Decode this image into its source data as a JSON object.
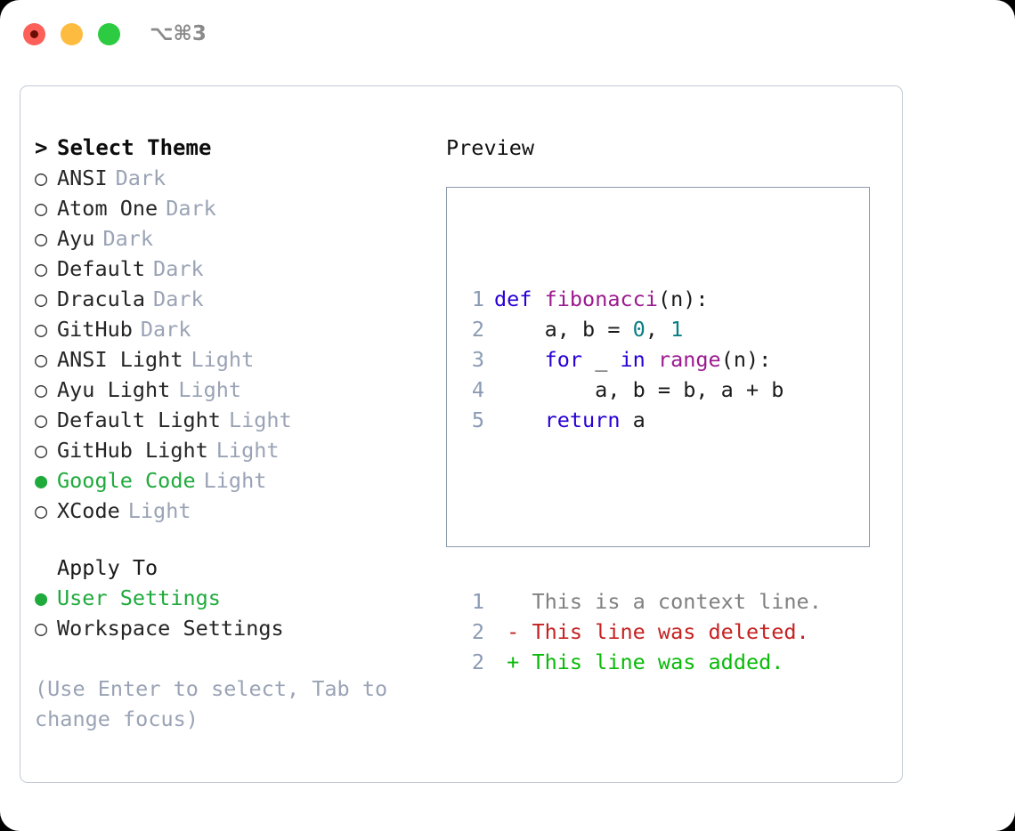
{
  "window": {
    "shortcut": "⌥⌘3",
    "traffic_lights": [
      {
        "name": "close-button",
        "color": "#fc6058"
      },
      {
        "name": "minimize-button",
        "color": "#fdbc40"
      },
      {
        "name": "maximize-button",
        "color": "#2dcb41"
      }
    ]
  },
  "colors": {
    "selected_green": "#1faa3c",
    "muted": "#9aa3b5",
    "panel_border": "#c3cad6",
    "preview_border": "#8d9aab",
    "keyword": "#2a00d4",
    "function": "#9b1a8f",
    "number": "#0a7c83",
    "plain": "#1b1b1b",
    "line_number": "#8b9bb4",
    "diff_context": "#808080",
    "diff_deleted": "#c62222",
    "diff_added": "#09ba09"
  },
  "theme_picker": {
    "prompt_marker": ">",
    "title": "Select Theme",
    "marker_unselected": "○",
    "marker_selected": "●",
    "items": [
      {
        "name": "ANSI",
        "variant": "Dark",
        "selected": false
      },
      {
        "name": "Atom One",
        "variant": "Dark",
        "selected": false
      },
      {
        "name": "Ayu",
        "variant": "Dark",
        "selected": false
      },
      {
        "name": "Default",
        "variant": "Dark",
        "selected": false
      },
      {
        "name": "Dracula",
        "variant": "Dark",
        "selected": false
      },
      {
        "name": "GitHub",
        "variant": "Dark",
        "selected": false
      },
      {
        "name": "ANSI Light",
        "variant": "Light",
        "selected": false
      },
      {
        "name": "Ayu Light",
        "variant": "Light",
        "selected": false
      },
      {
        "name": "Default Light",
        "variant": "Light",
        "selected": false
      },
      {
        "name": "GitHub Light",
        "variant": "Light",
        "selected": false
      },
      {
        "name": "Google Code",
        "variant": "Light",
        "selected": true
      },
      {
        "name": "XCode",
        "variant": "Light",
        "selected": false
      }
    ]
  },
  "apply_to": {
    "title": "Apply To",
    "options": [
      {
        "name": "User Settings",
        "selected": true
      },
      {
        "name": "Workspace Settings",
        "selected": false
      }
    ]
  },
  "hint": "(Use Enter to select, Tab to change focus)",
  "preview": {
    "title": "Preview",
    "code_lines": [
      {
        "ln": "1",
        "tokens": [
          {
            "t": "def",
            "c": "kw"
          },
          {
            "t": " ",
            "c": "pl"
          },
          {
            "t": "fibonacci",
            "c": "fn"
          },
          {
            "t": "(n):",
            "c": "pl"
          }
        ]
      },
      {
        "ln": "2",
        "tokens": [
          {
            "t": "    a, b = ",
            "c": "pl"
          },
          {
            "t": "0",
            "c": "num"
          },
          {
            "t": ", ",
            "c": "pl"
          },
          {
            "t": "1",
            "c": "num"
          }
        ]
      },
      {
        "ln": "3",
        "tokens": [
          {
            "t": "    ",
            "c": "pl"
          },
          {
            "t": "for",
            "c": "kw"
          },
          {
            "t": " _ ",
            "c": "pl"
          },
          {
            "t": "in",
            "c": "kw"
          },
          {
            "t": " ",
            "c": "pl"
          },
          {
            "t": "range",
            "c": "fn"
          },
          {
            "t": "(n):",
            "c": "pl"
          }
        ]
      },
      {
        "ln": "4",
        "tokens": [
          {
            "t": "        a, b = b, a + b",
            "c": "pl"
          }
        ]
      },
      {
        "ln": "5",
        "tokens": [
          {
            "t": "    ",
            "c": "pl"
          },
          {
            "t": "return",
            "c": "kw"
          },
          {
            "t": " a",
            "c": "pl"
          }
        ]
      }
    ],
    "diff_lines": [
      {
        "ln": "1",
        "sign": " ",
        "text": "This is a context line.",
        "kind": "ctx"
      },
      {
        "ln": "2",
        "sign": "-",
        "text": "This line was deleted.",
        "kind": "del"
      },
      {
        "ln": "2",
        "sign": "+",
        "text": "This line was added.",
        "kind": "add"
      }
    ]
  }
}
